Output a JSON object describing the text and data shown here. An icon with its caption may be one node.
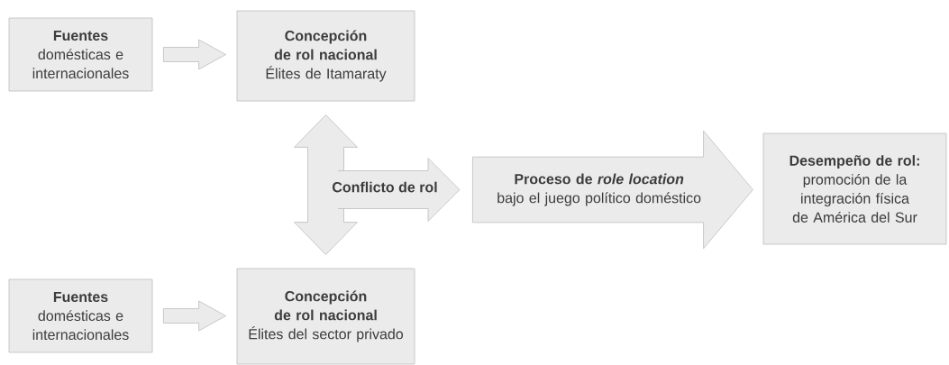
{
  "diagram": {
    "nodes": [
      {
        "text": [
          "Fuentes",
          "domésticas e internacionales"
        ]
      },
      {
        "text": [
          "Concepción de rol nacional",
          "Élites de Itamaraty"
        ]
      },
      {
        "text": [
          "Proceso de *role location*",
          "bajo el juego político doméstico"
        ]
      },
      {
        "text": [
          "Desempeño de rol:",
          "promoción de la integración física de América del Sur"
        ]
      },
      {
        "text": [
          "Fuentes",
          "domésticas e internacionales"
        ]
      },
      {
        "text": [
          "Concepción de rol nacional",
          "Élites del sector privado"
        ]
      }
    ],
    "edges": [
      {
        "from": 0,
        "to": 1,
        "arrow": "to"
      },
      {
        "from": 1,
        "to": 5,
        "arrow": "both"
      },
      {
        "from": null,
        "to": 2,
        "arrow": "to",
        "label": "Conflicto de rol"
      },
      {
        "from": 4,
        "to": 5,
        "arrow": "to"
      }
    ]
  }
}
